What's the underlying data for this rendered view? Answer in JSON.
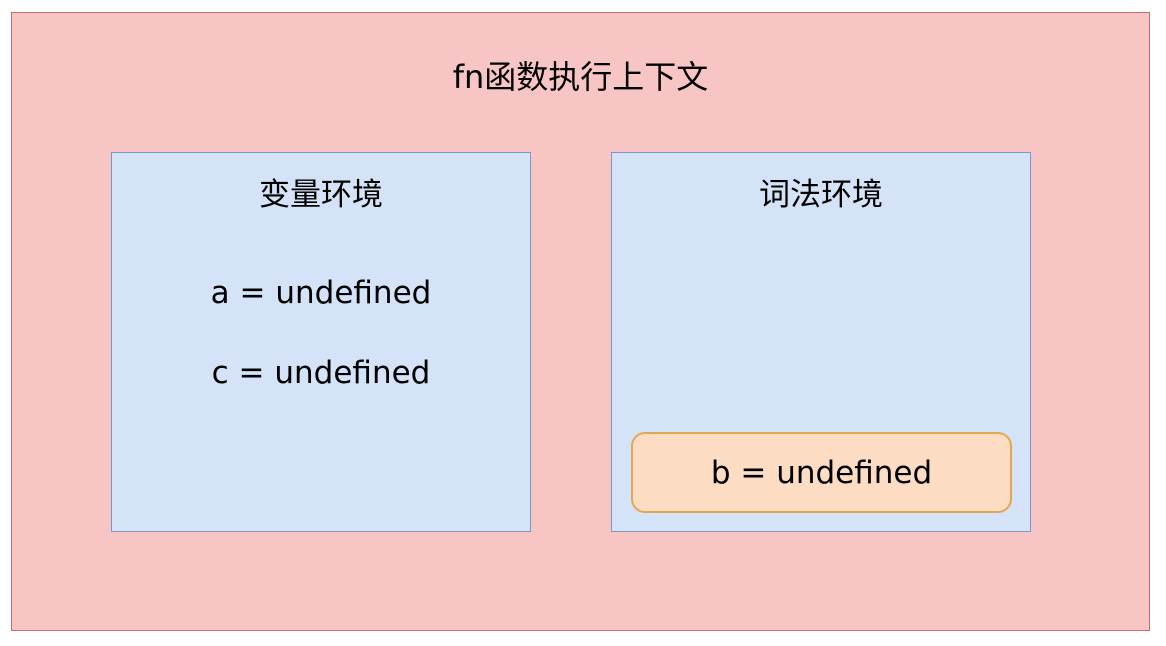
{
  "context": {
    "title": "fn函数执行上下文",
    "variable_environment": {
      "title": "变量环境",
      "entries": [
        "a = undefined",
        "c = undefined"
      ]
    },
    "lexical_environment": {
      "title": "词法环境",
      "entries": [
        "b = undefined"
      ]
    }
  },
  "colors": {
    "outer_fill": "#f8c5c5",
    "outer_border": "#c96b6e",
    "panel_fill": "#d4e3f8",
    "panel_border": "#7b97c9",
    "entry_box_fill": "#fddcc4",
    "entry_box_border": "#e1a84f"
  }
}
